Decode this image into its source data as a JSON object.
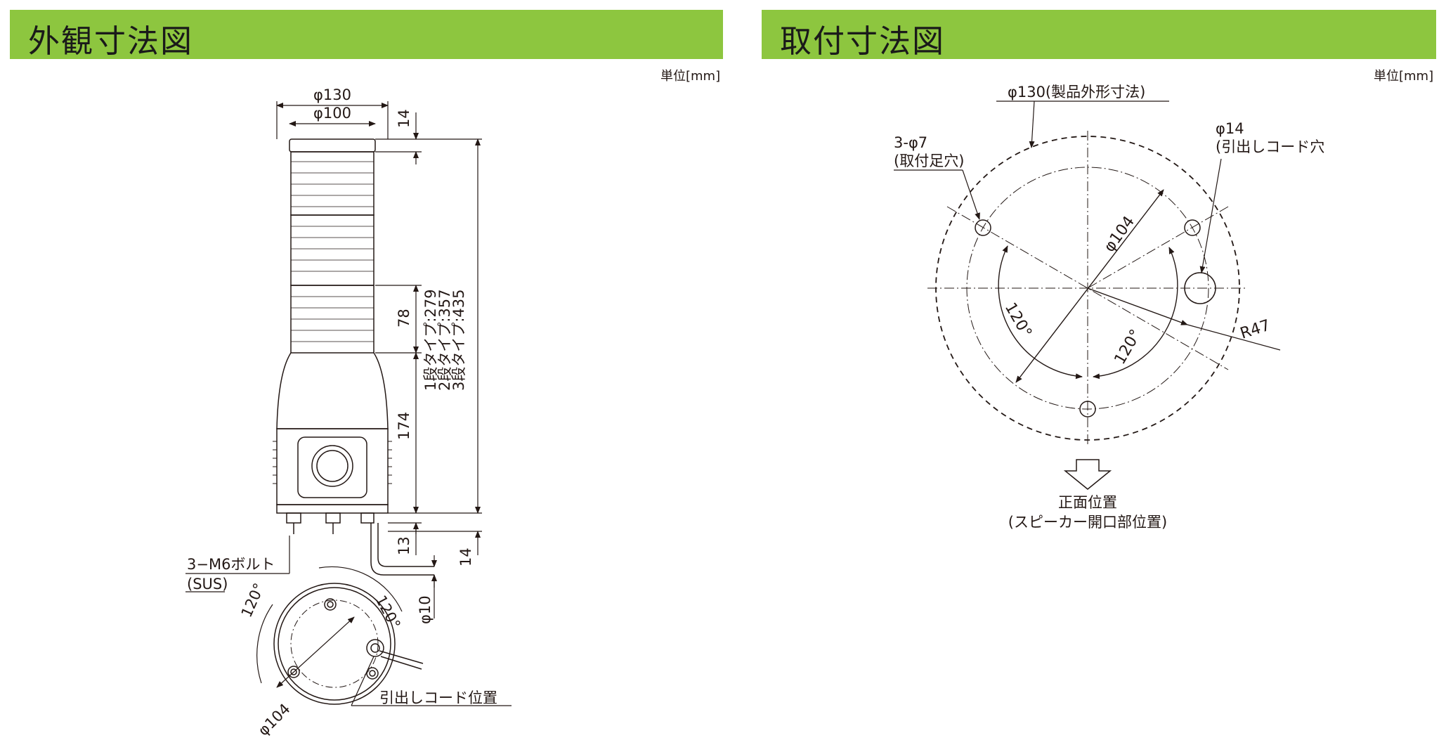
{
  "left_panel": {
    "title": "外観寸法図",
    "unit": "単位[mm]",
    "labels": {
      "phi130": "φ130",
      "phi100": "φ100",
      "d14_top": "14",
      "d78": "78",
      "d174": "174",
      "d13": "13",
      "d14_bottom": "14",
      "type1": "1段タイプ:279",
      "type2": "2段タイプ:357",
      "type3": "3段タイプ:435",
      "bolt_line1": "3−M6ボルト",
      "bolt_line2": "(SUS)",
      "phi10": "φ10",
      "angle_a": "120°",
      "angle_b": "120°",
      "phi104": "φ104",
      "cord_position": "引出しコード位置"
    }
  },
  "right_panel": {
    "title": "取付寸法図",
    "unit": "単位[mm]",
    "labels": {
      "phi130_outline": "φ130(製品外形寸法)",
      "hole_line1": "3-φ7",
      "hole_line2": "(取付足穴)",
      "cord_hole_line1": "φ14",
      "cord_hole_line2": "(引出しコード穴",
      "phi104": "φ104",
      "angle_a": "120°",
      "angle_b": "120°",
      "r47": "R47",
      "front_line1": "正面位置",
      "front_line2": "(スピーカー開口部位置)"
    }
  },
  "colors": {
    "header": "#8dc63f",
    "line": "#231815"
  }
}
